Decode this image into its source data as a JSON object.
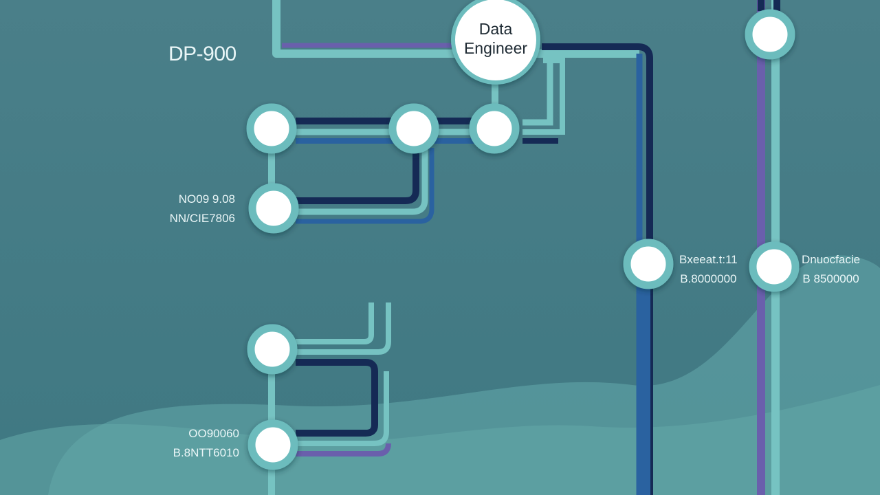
{
  "title": "DP-900",
  "hub": {
    "line1": "Data",
    "line2": "Engineer"
  },
  "labels": {
    "left_upper": {
      "line1": "NO09 9.08",
      "line2": "NN/CIE7806"
    },
    "left_lower": {
      "line1": "OO90060",
      "line2": "B.8NTT6010"
    },
    "right_center": {
      "line1": "Bxeeat.t:11",
      "line2": "B.8000000"
    },
    "far_right": {
      "line1": "Dnuocfacie",
      "line2": "B 8500000"
    }
  },
  "colors": {
    "background": "#477d87",
    "teal_line": "#76c3c2",
    "navy_line": "#152a55",
    "blue_line": "#2a62a0",
    "purple_line": "#6a5fac",
    "node_fill": "#ffffff",
    "node_ring": "#6cbcbd",
    "text_light": "#eaf6f7",
    "text_dark": "#1e2a33"
  },
  "icons": {
    "node": "circle-node-icon"
  }
}
